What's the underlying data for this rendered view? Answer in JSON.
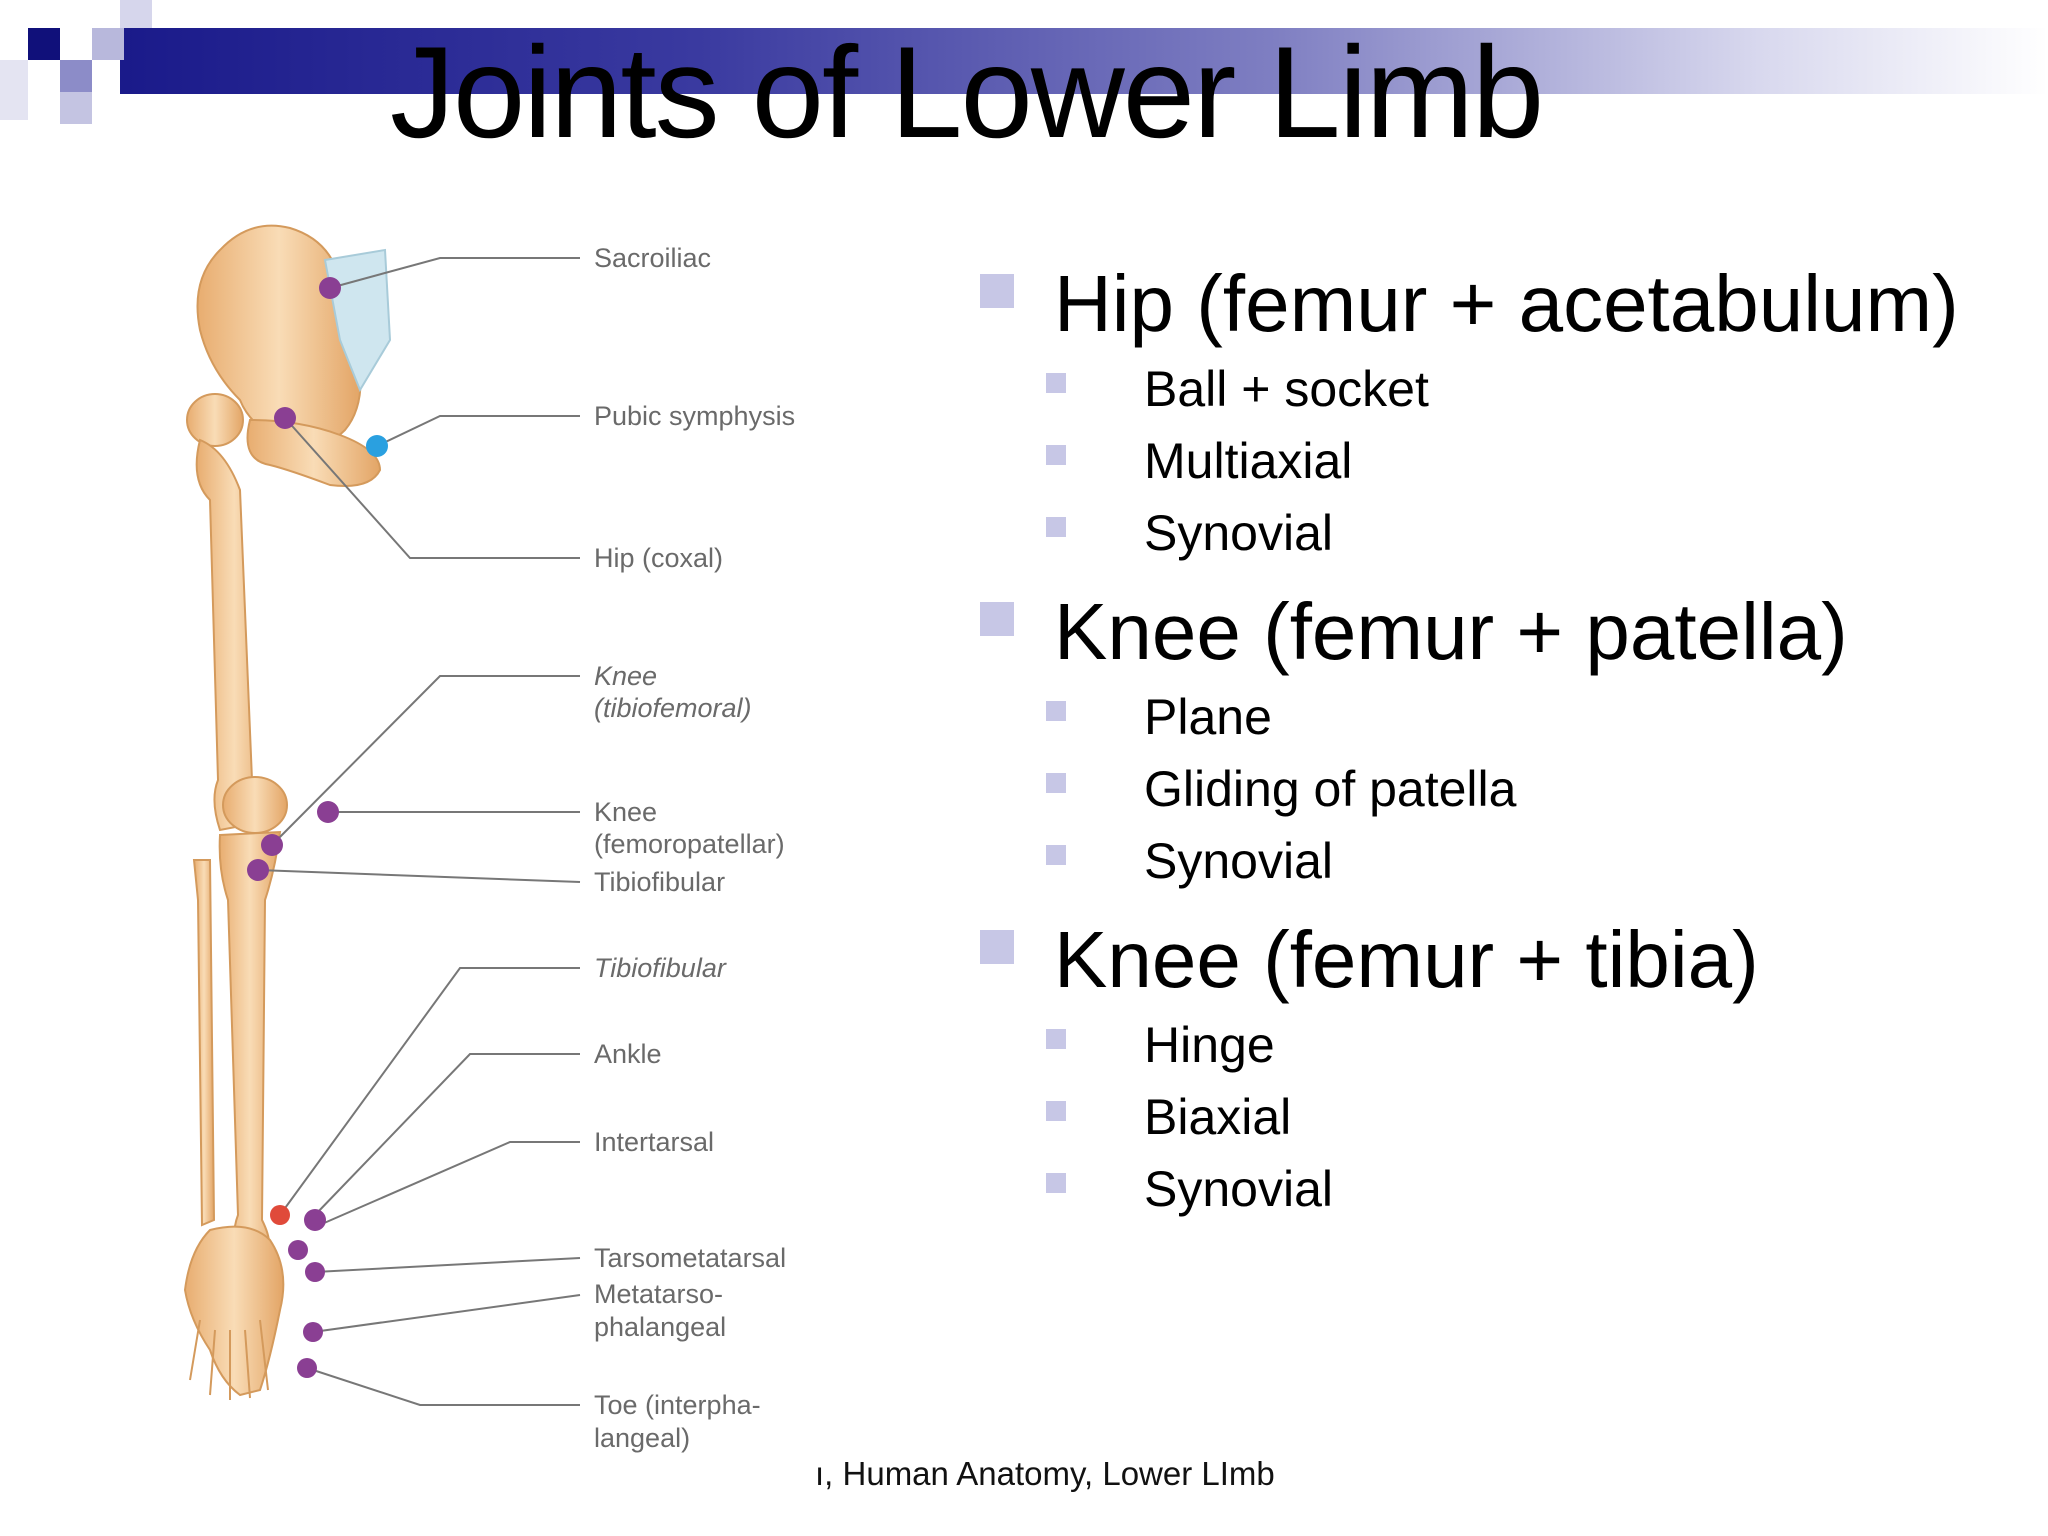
{
  "title": "Joints of Lower Limb",
  "illustration": {
    "callouts": [
      {
        "id": "sacroiliac",
        "lines": [
          "Sacroiliac"
        ],
        "italic": false
      },
      {
        "id": "pubic-symphysis",
        "lines": [
          "Pubic symphysis"
        ],
        "italic": false
      },
      {
        "id": "hip-coxal",
        "lines": [
          "Hip (coxal)"
        ],
        "italic": false
      },
      {
        "id": "knee-tibiofemoral",
        "lines": [
          "Knee",
          "(tibiofemoral)"
        ],
        "italic": true
      },
      {
        "id": "knee-femoropatellar",
        "lines": [
          "Knee",
          "(femoropatellar)"
        ],
        "italic": false
      },
      {
        "id": "tibiofibular-proximal",
        "lines": [
          "Tibiofibular"
        ],
        "italic": false
      },
      {
        "id": "tibiofibular-distal",
        "lines": [
          "Tibiofibular"
        ],
        "italic": true
      },
      {
        "id": "ankle",
        "lines": [
          "Ankle"
        ],
        "italic": false
      },
      {
        "id": "intertarsal",
        "lines": [
          "Intertarsal"
        ],
        "italic": false
      },
      {
        "id": "tarsometatarsal",
        "lines": [
          "Tarsometatarsal"
        ],
        "italic": false
      },
      {
        "id": "metatarsophalangeal",
        "lines": [
          "Metatarso-",
          "phalangeal"
        ],
        "italic": false
      },
      {
        "id": "toe",
        "lines": [
          "Toe (interpha-",
          "langeal)"
        ],
        "italic": false
      }
    ]
  },
  "bullets": [
    {
      "text": "Hip (femur + acetabulum)",
      "sub": [
        "Ball + socket",
        "Multiaxial",
        "Synovial"
      ]
    },
    {
      "text": "Knee (femur + patella)",
      "sub": [
        "Plane",
        "Gliding of patella",
        "Synovial"
      ]
    },
    {
      "text": "Knee (femur + tibia)",
      "sub": [
        "Hinge",
        "Biaxial",
        "Synovial"
      ]
    }
  ],
  "footer": "ı, Human Anatomy, Lower LImb",
  "colors": {
    "bone": "#f0c596",
    "joint": "#8a3f93",
    "accent": "#2aa0e0",
    "bullet": "#c7c7e6",
    "band": "#1a1a8a"
  }
}
